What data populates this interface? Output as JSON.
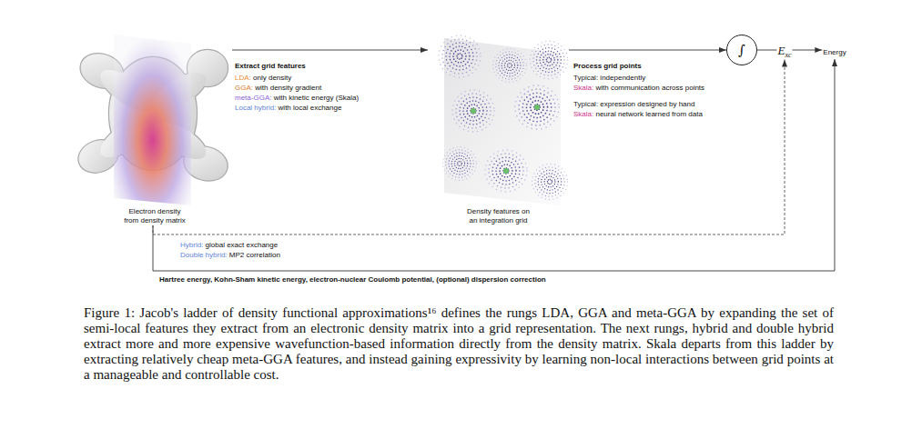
{
  "diagram": {
    "caption": "Figure 1: Jacob's ladder of density functional approximations¹⁶ defines the rungs LDA, GGA and meta-GGA by expanding the set of semi-local features they extract from an electronic density matrix into a grid representation. The next rungs, hybrid and double hybrid extract more and more expensive wavefunction-based information directly from the density matrix. Skala departs from this ladder by extracting relatively cheap meta-GGA features, and instead gaining expressivity by learning non-local interactions between grid points at a manageable and controllable cost.",
    "nodes": [
      {
        "text": [
          "Electron density from density matrix"
        ]
      },
      {
        "text": [
          "Density features on an integration grid"
        ]
      },
      {
        "text": [
          "∫"
        ]
      },
      {
        "text": [
          "E",
          "xc"
        ]
      },
      {
        "text": [
          "Energy"
        ]
      }
    ],
    "edges": [
      {
        "from": 0,
        "to": 1,
        "arrow": "to",
        "label": "Extract grid features"
      },
      {
        "from": 1,
        "to": 2,
        "arrow": "to",
        "label": "Process grid points"
      },
      {
        "from": 2,
        "to": 3,
        "arrow": "none"
      },
      {
        "from": 3,
        "to": 4,
        "arrow": "to"
      },
      {
        "from": 0,
        "to": 3,
        "arrow": "to"
      },
      {
        "from": 0,
        "to": 4,
        "arrow": "to",
        "label": "Hartree energy, Kohn-Sham kinetic energy, electron-nuclear Coulomb potential, (optional) dispersion correction"
      }
    ],
    "labels": [
      "LDA:",
      "only density",
      "GGA:",
      "with density gradient",
      "meta-GGA:",
      "with kinetic energy (Skala)",
      "Local hybrid:",
      "with local exchange",
      "Typical:",
      "independently",
      "Skala:",
      "with communication across points",
      "Typical:",
      "expression designed by hand",
      "Skala:",
      "neural network learned from data",
      "Hybrid:",
      "global exact exchange",
      "Double hybrid:",
      "MP2 correlation"
    ]
  }
}
